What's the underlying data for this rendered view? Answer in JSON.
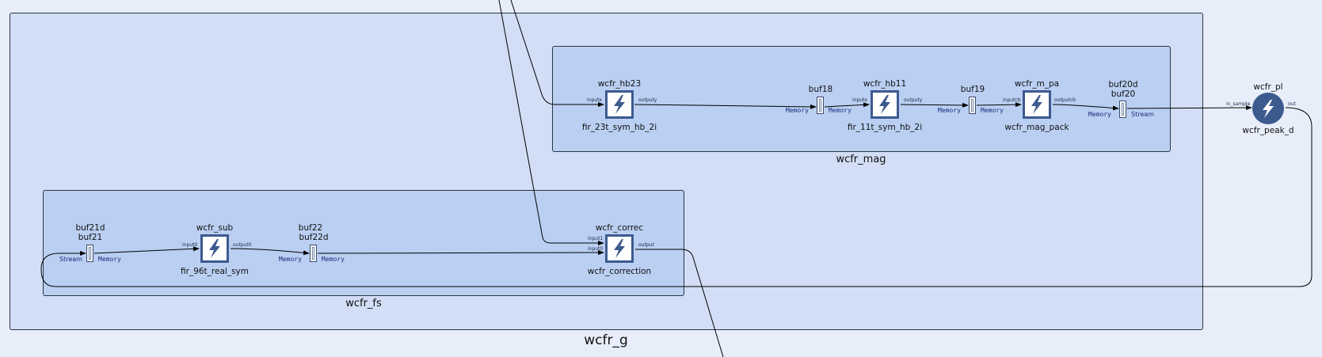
{
  "groups": {
    "outer": "wcfr_g",
    "mag": "wcfr_mag",
    "fs": "wcfr_fs"
  },
  "colors": {
    "background": "#e8eef9",
    "outer_group": "#d1def5",
    "inner_group": "#bacff2",
    "kernel_border": "#3d5a8f",
    "memory_text": "#1a2a7a"
  },
  "icons": {
    "kernel": "lightning-bolt-icon",
    "buffer": "ping-pong-buffer-icon"
  },
  "mag": {
    "hb23": {
      "name": "wcfr_hb23",
      "func": "fir_23t_sym_hb_2i",
      "in": "inputx",
      "out": "outputy"
    },
    "buf18": {
      "name": "buf18",
      "left": "Memory",
      "right": "Memory"
    },
    "hb11": {
      "name": "wcfr_hb11",
      "func": "fir_11t_sym_hb_2i",
      "in": "inputx",
      "out": "outputy"
    },
    "buf19": {
      "name": "buf19",
      "left": "Memory",
      "right": "Memory"
    },
    "mpa": {
      "name": "wcfr_m_pa",
      "func": "wcfr_mag_pack",
      "in": "inputcb",
      "out": "outputcb"
    },
    "buf20": {
      "name1": "buf20d",
      "name2": "buf20",
      "left": "Memory",
      "right": "Stream"
    }
  },
  "peak": {
    "name": "wcfr_pl",
    "func": "wcfr_peak_d",
    "in": "in_sample",
    "out": "out"
  },
  "fs": {
    "buf21": {
      "name1": "buf21d",
      "name2": "buf21",
      "left": "Stream",
      "right": "Memory"
    },
    "sub": {
      "name": "wcfr_sub",
      "func": "fir_96t_real_sym",
      "in": "input0",
      "out": "output0"
    },
    "buf22": {
      "name1": "buf22",
      "name2": "buf22d",
      "left": "Memory",
      "right": "Memory"
    },
    "correc": {
      "name": "wcfr_correc",
      "func": "wcfr_correction",
      "in1": "input1",
      "in0": "input0",
      "out": "output"
    }
  }
}
